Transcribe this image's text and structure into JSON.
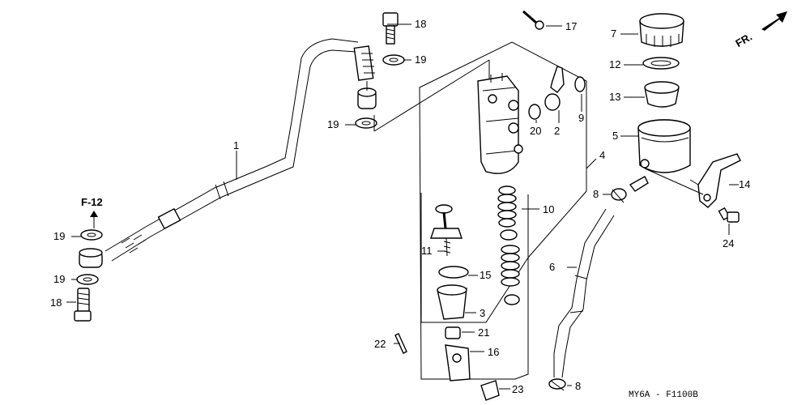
{
  "diagram": {
    "code": "MY6A - F1100B",
    "front_marker": "FR.",
    "section_ref": "F-12"
  },
  "callouts": [
    {
      "id": "c1",
      "text": "1"
    },
    {
      "id": "c2",
      "text": "2"
    },
    {
      "id": "c3",
      "text": "3"
    },
    {
      "id": "c4",
      "text": "4"
    },
    {
      "id": "c5",
      "text": "5"
    },
    {
      "id": "c6",
      "text": "6"
    },
    {
      "id": "c7",
      "text": "7"
    },
    {
      "id": "c8a",
      "text": "8"
    },
    {
      "id": "c8b",
      "text": "8"
    },
    {
      "id": "c9",
      "text": "9"
    },
    {
      "id": "c10",
      "text": "10"
    },
    {
      "id": "c11",
      "text": "11"
    },
    {
      "id": "c12",
      "text": "12"
    },
    {
      "id": "c13",
      "text": "13"
    },
    {
      "id": "c14",
      "text": "14"
    },
    {
      "id": "c15",
      "text": "15"
    },
    {
      "id": "c16",
      "text": "16"
    },
    {
      "id": "c17",
      "text": "17"
    },
    {
      "id": "c18a",
      "text": "18"
    },
    {
      "id": "c18b",
      "text": "18"
    },
    {
      "id": "c19a",
      "text": "19"
    },
    {
      "id": "c19b",
      "text": "19"
    },
    {
      "id": "c19c",
      "text": "19"
    },
    {
      "id": "c19d",
      "text": "19"
    },
    {
      "id": "c20",
      "text": "20"
    },
    {
      "id": "c21",
      "text": "21"
    },
    {
      "id": "c22",
      "text": "22"
    },
    {
      "id": "c23",
      "text": "23"
    },
    {
      "id": "c24",
      "text": "24"
    }
  ]
}
